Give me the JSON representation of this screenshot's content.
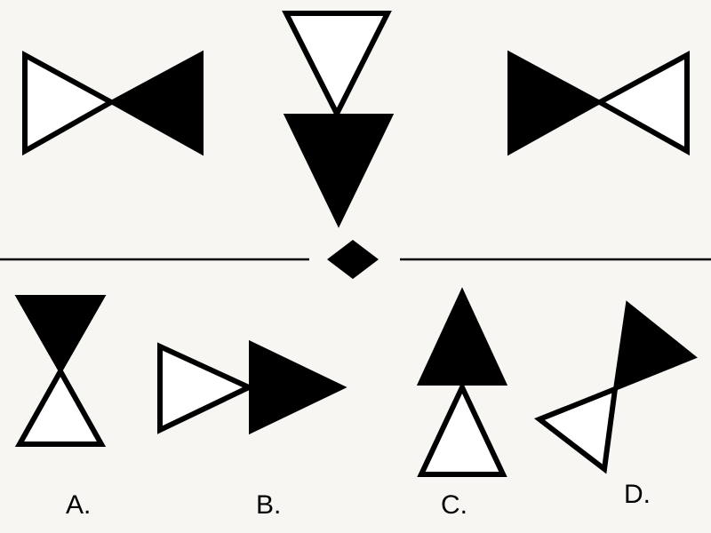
{
  "options": [
    {
      "label": "A."
    },
    {
      "label": "B."
    },
    {
      "label": "C."
    },
    {
      "label": "D."
    }
  ],
  "colors": {
    "background": "#f7f6f3",
    "ink": "#000000",
    "hollow": "#ffffff"
  }
}
